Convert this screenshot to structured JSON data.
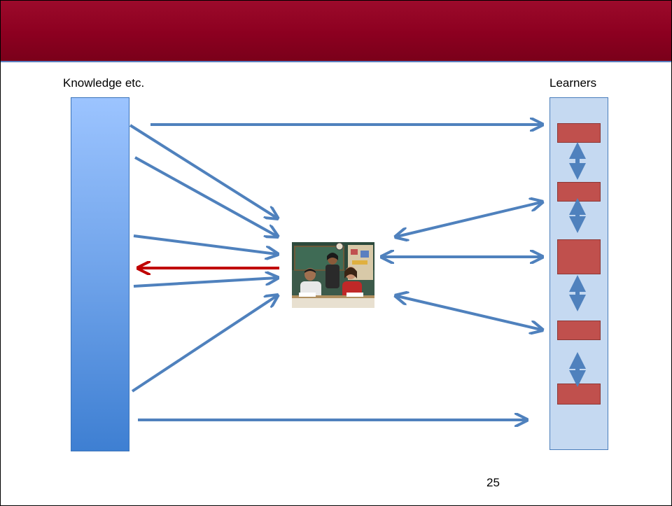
{
  "slide": {
    "left_label": "Knowledge etc.",
    "right_label": "Learners",
    "page_number": "25"
  },
  "colors": {
    "title_bar": "#8c0020",
    "arrow_blue": "#4f81bd",
    "arrow_red": "#c00000",
    "learner_box": "#c0504d",
    "learners_panel": "#c5d9f1"
  }
}
